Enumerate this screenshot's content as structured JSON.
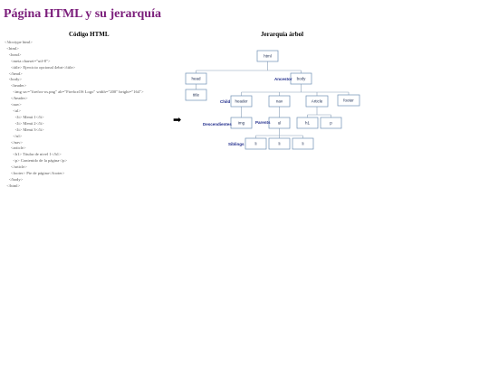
{
  "page": {
    "title": "Página HTML y su jerarquía"
  },
  "code_panel": {
    "title": "Código HTML",
    "lines": [
      "<!doctype html>",
      "  <html>",
      "    <head>",
      "      <meta charset=\"utf-8\">",
      "      <title> Ejercicio opcional 4ebrt</title>",
      "    </head>",
      "    <body>",
      "      <header>",
      "        <img src=\"firefox-os.png\" alt=\"FirefoxOS Logo\" width=\"200\" height=\"164\">",
      "      </header>",
      "      <nav>",
      "        <ul>",
      "          <li> Menú 1</li>",
      "          <li> Menú 2</li>",
      "          <li> Menú 3</li>",
      "        </ul>",
      "      </nav>",
      "      <article>",
      "        <h1> Titular de nivel 1</h1>",
      "        <p> Contenido de la página</p>",
      "      </article>",
      "      <footer> Pie de página</footer>",
      "    </body>",
      "  </html>"
    ]
  },
  "tree_panel": {
    "title": "Jerarquía árbol",
    "nodes": [
      {
        "id": "html",
        "label": "html"
      },
      {
        "id": "head",
        "label": "head"
      },
      {
        "id": "body",
        "label": "body"
      },
      {
        "id": "title",
        "label": "title"
      },
      {
        "id": "header",
        "label": "header"
      },
      {
        "id": "nav",
        "label": "nav"
      },
      {
        "id": "article",
        "label": "Article"
      },
      {
        "id": "footer",
        "label": "footer"
      },
      {
        "id": "img",
        "label": "img"
      },
      {
        "id": "ul",
        "label": "ul"
      },
      {
        "id": "h1",
        "label": "h1"
      },
      {
        "id": "p",
        "label": "p"
      },
      {
        "id": "li1",
        "label": "li"
      },
      {
        "id": "li2",
        "label": "li"
      },
      {
        "id": "li3",
        "label": "li"
      }
    ],
    "edges": [
      [
        "html",
        "head"
      ],
      [
        "html",
        "body"
      ],
      [
        "head",
        "title"
      ],
      [
        "body",
        "header"
      ],
      [
        "body",
        "nav"
      ],
      [
        "body",
        "article"
      ],
      [
        "body",
        "footer"
      ],
      [
        "header",
        "img"
      ],
      [
        "nav",
        "ul"
      ],
      [
        "article",
        "h1"
      ],
      [
        "article",
        "p"
      ],
      [
        "ul",
        "li1"
      ],
      [
        "ul",
        "li2"
      ],
      [
        "ul",
        "li3"
      ]
    ],
    "relations": [
      {
        "id": "ancestor",
        "label": "Ancestor"
      },
      {
        "id": "child",
        "label": "Child"
      },
      {
        "id": "descendientes",
        "label": "Descendientes"
      },
      {
        "id": "parents",
        "label": "Parents"
      },
      {
        "id": "siblings",
        "label": "Siblings"
      }
    ]
  },
  "arrow": {
    "glyph": "➡"
  },
  "colors": {
    "title": "#7b1e7b",
    "node_border": "#6f8fb5",
    "relation_label": "#1e2a8a"
  }
}
